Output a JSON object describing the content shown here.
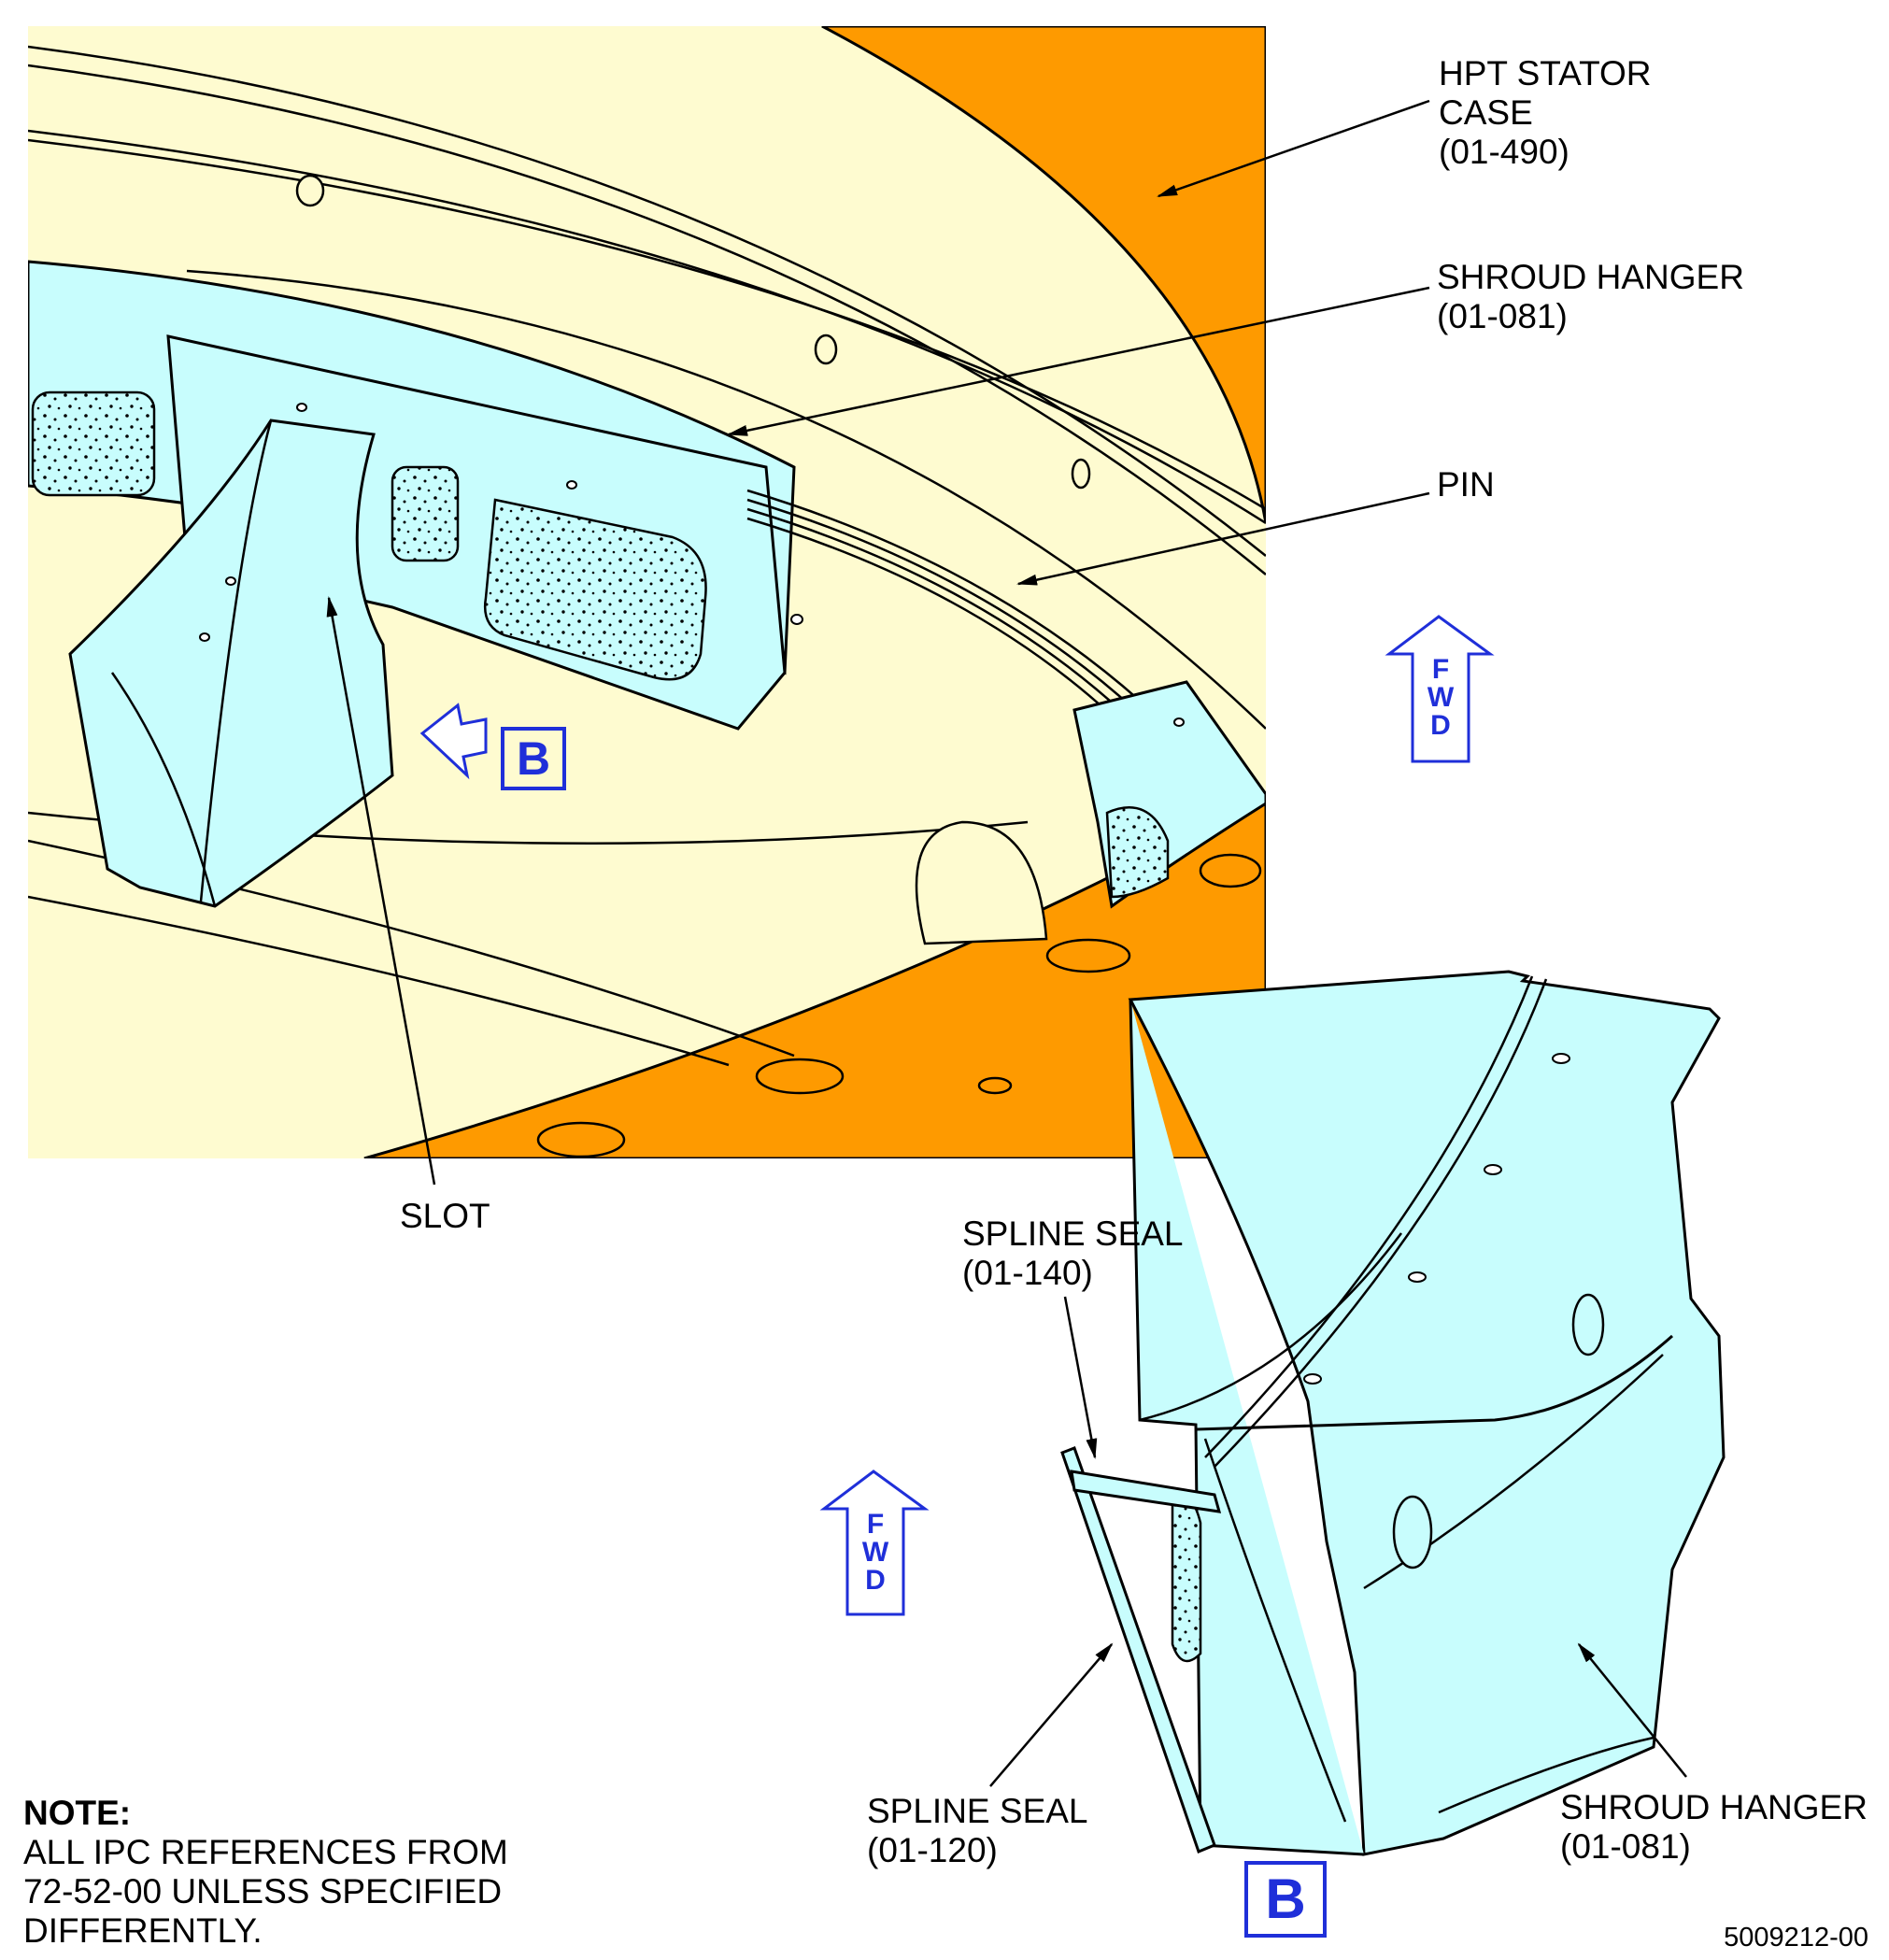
{
  "labels": {
    "hpt_stator_case": [
      "HPT STATOR",
      "CASE",
      "(01-490)"
    ],
    "shroud_hanger_top": [
      "SHROUD HANGER",
      "(01-081)"
    ],
    "pin": "PIN",
    "slot": "SLOT",
    "spline_seal_140": [
      "SPLINE SEAL",
      "(01-140)"
    ],
    "spline_seal_120": [
      "SPLINE SEAL",
      "(01-120)"
    ],
    "shroud_hanger_bottom": [
      "SHROUD HANGER",
      "(01-081)"
    ]
  },
  "fwd_letters": [
    "F",
    "W",
    "D"
  ],
  "view_tag": "B",
  "note": {
    "title": "NOTE:",
    "lines": [
      "ALL IPC REFERENCES FROM",
      "72-52-00 UNLESS SPECIFIED",
      "DIFFERENTLY."
    ]
  },
  "doc_number": "5009212-00",
  "colors": {
    "case_cream": "#fefbd0",
    "case_orange": "#fe9a00",
    "hanger_cyan": "#c8fdfd",
    "callout_blue": "#1f2fd9"
  }
}
